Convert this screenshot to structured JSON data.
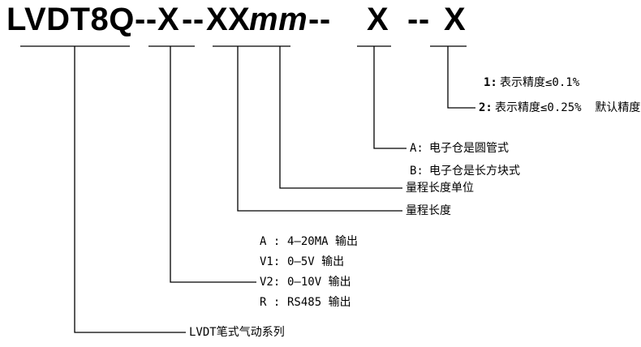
{
  "title": {
    "parts": [
      "LVDT8Q",
      "--",
      "X",
      "--",
      "XX",
      "mm",
      "--",
      "X",
      "--",
      "X"
    ]
  },
  "branches": {
    "accuracy": {
      "options": [
        {
          "key": "1:",
          "text": "表示精度≤0.1%"
        },
        {
          "key": "2:",
          "text": "表示精度≤0.25%  默认精度"
        }
      ]
    },
    "housing": {
      "options": [
        {
          "key": "A:",
          "text": "电子仓是圆管式"
        },
        {
          "key": "B:",
          "text": "电子仓是长方块式"
        }
      ]
    },
    "range_unit": {
      "label": "量程长度单位"
    },
    "range_length": {
      "label": "量程长度"
    },
    "output": {
      "options": [
        {
          "key": "A :",
          "text": "4—20MA 输出"
        },
        {
          "key": "V1:",
          "text": "0—5V 输出"
        },
        {
          "key": "V2:",
          "text": "0—10V 输出"
        },
        {
          "key": "R :",
          "text": "RS485 输出"
        }
      ]
    },
    "series": {
      "label": "LVDT笔式气动系列"
    }
  },
  "colors": {
    "line": "#000000",
    "text": "#000000",
    "background": "#ffffff"
  }
}
